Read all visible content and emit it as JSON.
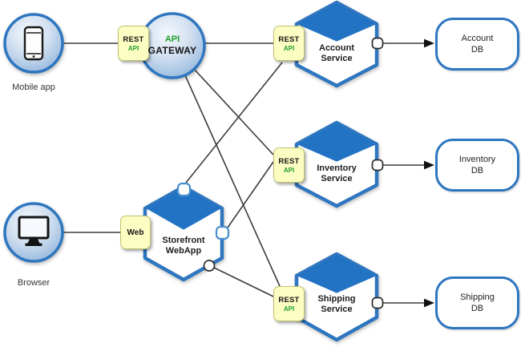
{
  "labels": {
    "rest": "REST",
    "api": "API",
    "web": "Web"
  },
  "clients": {
    "mobile": {
      "label": "Mobile app",
      "icon": "smartphone-icon"
    },
    "browser": {
      "label": "Browser",
      "icon": "monitor-icon"
    }
  },
  "gateway": {
    "line1": "API",
    "line2": "GATEWAY"
  },
  "storefront": {
    "line1": "Storefront",
    "line2": "WebApp"
  },
  "services": {
    "account": {
      "line1": "Account",
      "line2": "Service",
      "db1": "Account",
      "db2": "DB"
    },
    "inventory": {
      "line1": "Inventory",
      "line2": "Service",
      "db1": "Inventory",
      "db2": "DB"
    },
    "shipping": {
      "line1": "Shipping",
      "line2": "Service",
      "db1": "Shipping",
      "db2": "DB"
    }
  },
  "colors": {
    "node_border": "#2e76c0",
    "cube_fill": "#2273c3",
    "connector_fill": "#fcfdc3",
    "connector_border": "#bfc26f",
    "api_green": "#1d9e2c",
    "edge_line": "#3c3c3c",
    "circle_fill_light": "#f4f8fc",
    "circle_fill_dark": "#8db2da"
  }
}
